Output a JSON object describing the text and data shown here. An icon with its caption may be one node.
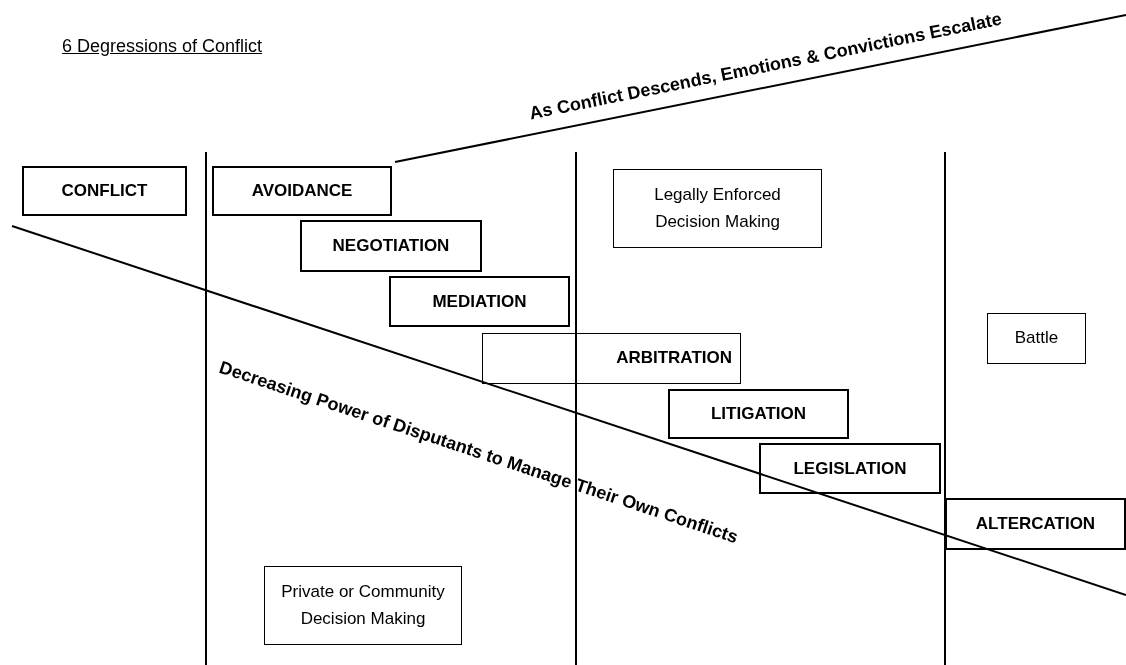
{
  "diagram": {
    "title": "6 Degressions of Conflict",
    "nodes": [
      {
        "text": [
          "CONFLICT"
        ]
      },
      {
        "text": [
          "AVOIDANCE"
        ]
      },
      {
        "text": [
          "Legally Enforced Decision Making"
        ]
      },
      {
        "text": [
          "NEGOTIATION"
        ]
      },
      {
        "text": [
          "MEDIATION"
        ]
      },
      {
        "text": [
          "Battle"
        ]
      },
      {
        "text": [
          "ARBITRATION"
        ]
      },
      {
        "text": [
          "LITIGATION"
        ]
      },
      {
        "text": [
          "LEGISLATION"
        ]
      },
      {
        "text": [
          "ALTERCATION"
        ]
      },
      {
        "text": [
          "Private or Community Decision Making"
        ]
      }
    ],
    "labels": [
      "As Conflict Descends, Emotions & Convictions Escalate",
      "Decreasing Power of Disputants to Manage Their Own Conflicts"
    ]
  }
}
